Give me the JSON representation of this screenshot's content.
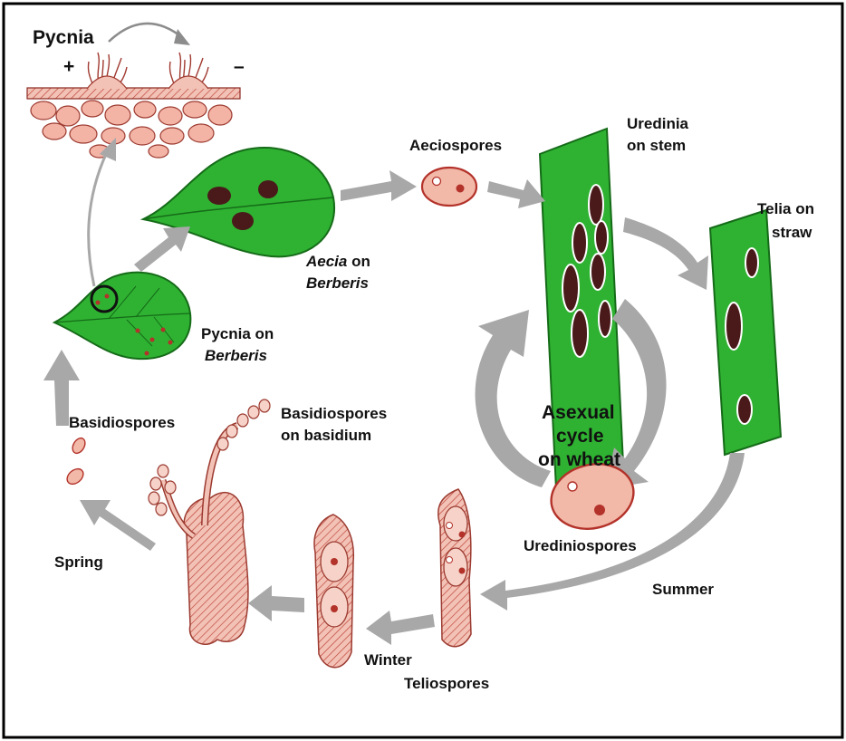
{
  "labels": {
    "pycnia": "Pycnia",
    "plus": "+",
    "minus": "–",
    "aeciospores": "Aeciospores",
    "uredinia_line1": "Uredinia",
    "uredinia_line2": "on stem",
    "telia_line1": "Telia on",
    "telia_line2": "straw",
    "aecia_line1_italic": "Aecia",
    "aecia_line1_rest": " on",
    "aecia_line2": "Berberis",
    "pycnia_on_line1": "Pycnia on",
    "pycnia_on_line2": "Berberis",
    "asexual_line1": "Asexual",
    "asexual_line2": "cycle",
    "asexual_line3": "on wheat",
    "basidiospores": "Basidiospores",
    "basidiospores_on_line1": "Basidiospores",
    "basidiospores_on_line2": "on basidium",
    "urediniospores": "Urediniospores",
    "summer": "Summer",
    "spring": "Spring",
    "winter": "Winter",
    "teliospores": "Teliospores"
  },
  "colors": {
    "leaf_green": "#2fb232",
    "spot_dark": "#4a1a1a",
    "spore_fill": "#f2b8a8",
    "spore_stroke": "#b3322a",
    "arrow_gray": "#a8a8a8",
    "tissue_fill": "#f3c2b6"
  }
}
